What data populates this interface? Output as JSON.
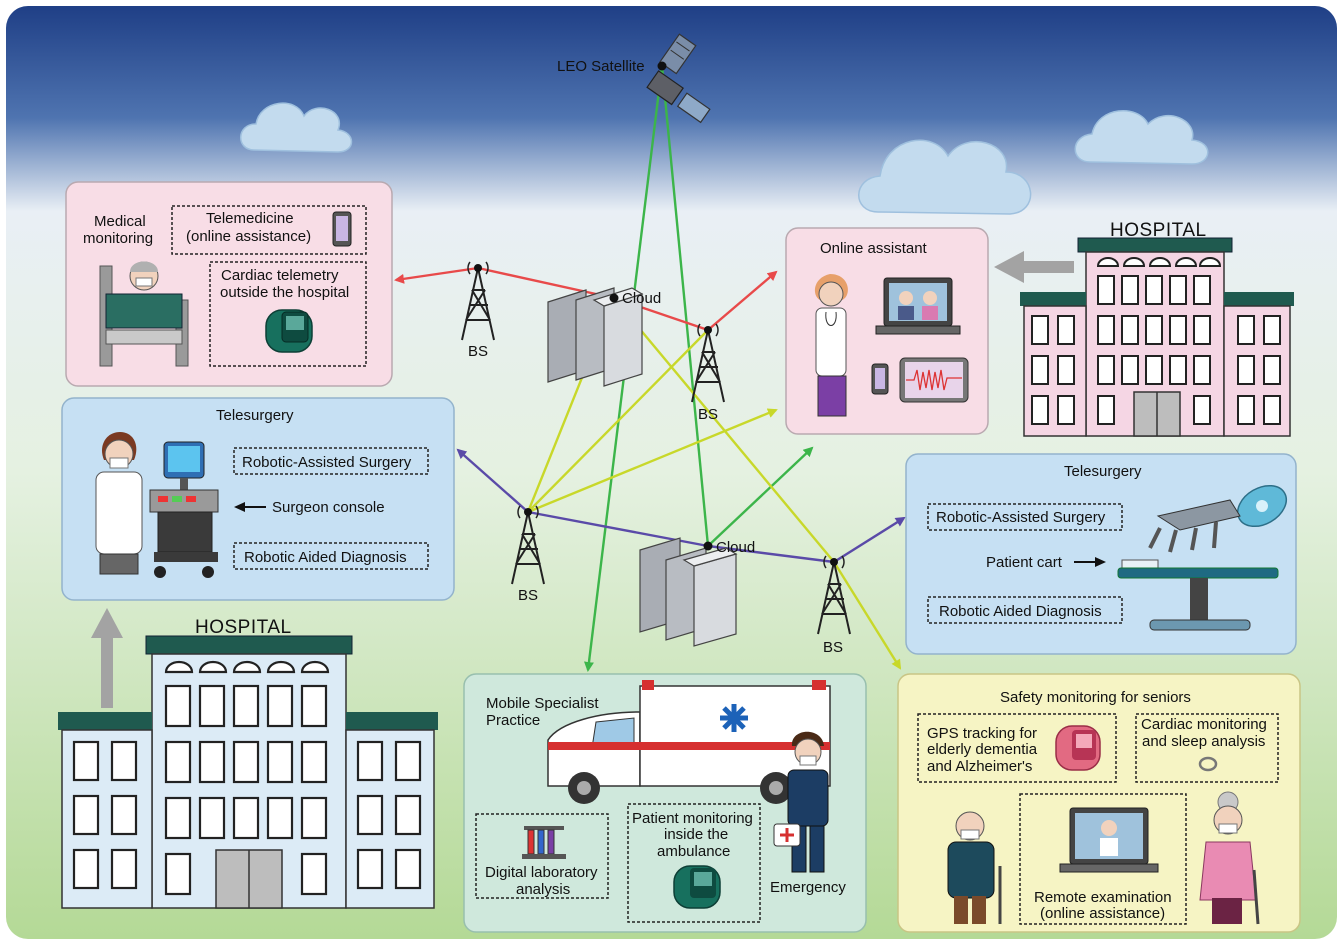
{
  "satellite": {
    "label": "LEO Satellite"
  },
  "cloud_labels": [
    "Cloud",
    "Cloud"
  ],
  "bs_labels": [
    "BS",
    "BS",
    "BS",
    "BS"
  ],
  "hospitals": [
    "HOSPITAL",
    "HOSPITAL"
  ],
  "medical": {
    "title_line1": "Medical",
    "title_line2": "monitoring",
    "telemedicine_line1": "Telemedicine",
    "telemedicine_line2": "(online assistance)",
    "cardiac_line1": "Cardiac telemetry",
    "cardiac_line2": "outside the hospital"
  },
  "online_assistant": {
    "title": "Online assistant"
  },
  "telesurgery_left": {
    "title": "Telesurgery",
    "robotic_surgery": "Robotic-Assisted Surgery",
    "surgeon_console": "Surgeon console",
    "robotic_diagnosis": "Robotic Aided Diagnosis"
  },
  "telesurgery_right": {
    "title": "Telesurgery",
    "robotic_surgery": "Robotic-Assisted Surgery",
    "patient_cart": "Patient cart",
    "robotic_diagnosis": "Robotic Aided Diagnosis"
  },
  "mobile": {
    "title_line1": "Mobile Specialist",
    "title_line2": "Practice",
    "lab_line1": "Digital laboratory",
    "lab_line2": "analysis",
    "patient_line1": "Patient monitoring",
    "patient_line2": "inside the",
    "patient_line3": "ambulance",
    "emergency": "Emergency"
  },
  "seniors": {
    "title": "Safety monitoring for seniors",
    "gps_line1": "GPS tracking for",
    "gps_line2": "elderly dementia",
    "gps_line3": "and Alzheimer's",
    "cardiac_line1": "Cardiac monitoring",
    "cardiac_line2": "and sleep analysis",
    "remote_line1": "Remote examination",
    "remote_line2": "(online assistance)"
  },
  "colors": {
    "red_link": "#e84a4a",
    "green_link": "#3cb54a",
    "yellow_link": "#c8d82a",
    "purple_link": "#5a4aa8",
    "pink_panel": "#f8dde6",
    "blue_panel": "#c6e0f3",
    "teal_panel": "#cfe8dc",
    "yellow_panel": "#f6f4c4",
    "sky_top": "#1f3f86",
    "ground": "#b9dc9a"
  }
}
